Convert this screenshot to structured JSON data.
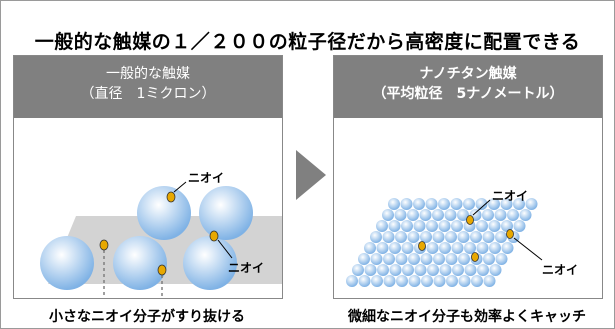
{
  "title": "一般的な触媒の１／２００の粒子径だから高密度に配置できる",
  "left_panel": {
    "header_line1": "一般的な触媒",
    "header_line2": "（直径　1ミクロン）",
    "labels": [
      "ニオイ",
      "ニオイ"
    ],
    "caption": "小さなニオイ分子がすり抜ける"
  },
  "right_panel": {
    "header_line1": "ナノチタン触媒",
    "header_line2": "（平均粒径　5ナノメートル）",
    "labels": [
      "ニオイ",
      "ニオイ"
    ],
    "caption": "微細なニオイ分子も効率よくキャッチ"
  },
  "colors": {
    "header_bg": "#808080",
    "sphere_light": "#ffffff",
    "sphere_dark": "#7fb2e5",
    "plate": "#d3d3d3",
    "odor": "#e8a800",
    "arrow": "#808080"
  },
  "icons": [
    "odor-molecule-icon",
    "right-arrow-icon",
    "down-arrow-icon"
  ]
}
